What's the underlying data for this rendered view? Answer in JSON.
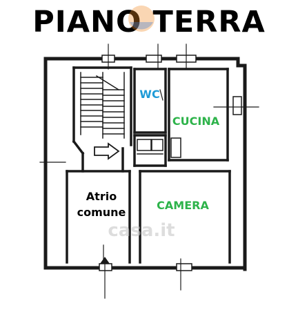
{
  "title": "PIANO TERRA",
  "rooms": {
    "wc": "WC",
    "cucina": "CUCINA",
    "atrio_line1": "Atrio",
    "atrio_line2": "comune",
    "camera": "CAMERA"
  },
  "watermark": "casa.it",
  "colors": {
    "wall": "#1a1a1a",
    "wc_label": "#1e9bd7",
    "room_label_green": "#2db34a",
    "text": "#000000",
    "logo_orange": "#f08a24",
    "logo_blue": "#3a7bd5"
  }
}
